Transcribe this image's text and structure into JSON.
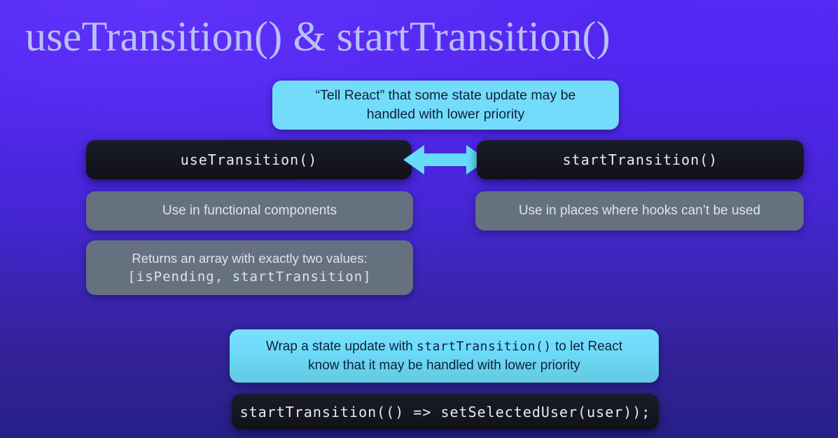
{
  "slide": {
    "title": "useTransition() & startTransition()",
    "background_top_color": "#5629f4",
    "background_bottom_color": "#272089",
    "title_color": "#b9c0f7"
  },
  "callout": {
    "line1": "“Tell React” that some state update may be",
    "line2": "handled with lower priority",
    "background_color": "#73dcfa",
    "text_color": "#12213a"
  },
  "columns": {
    "left": {
      "heading": "useTransition()",
      "heading_background": "#15161f",
      "heading_color": "#e9eaf2",
      "notes": [
        {
          "text": "Use in functional components"
        }
      ],
      "returns_note": {
        "line1": "Returns an array with exactly two values:",
        "line2": "[isPending, startTransition]"
      },
      "note_background": "#65717f",
      "note_color": "#dfe1f3"
    },
    "right": {
      "heading": "startTransition()",
      "notes": [
        {
          "text": "Use in places where hooks can’t be used"
        }
      ]
    }
  },
  "connector": {
    "icon": "double-headed-arrow-icon",
    "color": "#66dcfa"
  },
  "wrap_note": {
    "line1_before": "Wrap a state update with ",
    "line1_code": "startTransition()",
    "line1_after": " to let React",
    "line2": "know that it may be handled with lower priority",
    "background_color": "#6fd9ee",
    "text_color": "#10203a"
  },
  "code_snippet": {
    "text": "startTransition(() => setSelectedUser(user));",
    "background_color": "#13141d",
    "text_color": "#e9eaf2"
  }
}
